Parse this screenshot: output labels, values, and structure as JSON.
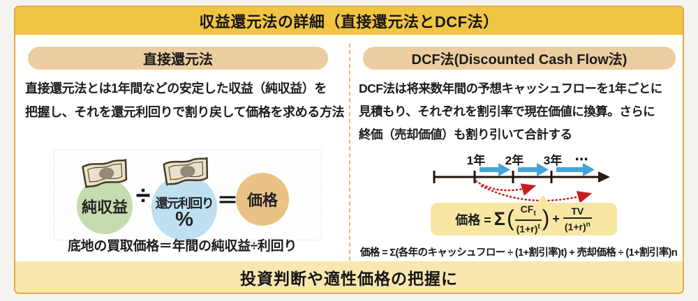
{
  "title": "収益還元法の詳細（直接還元法とDCF法）",
  "footer": "投資判断や適性価格の把握に",
  "colors": {
    "title_bar": "#f1c544",
    "footer_bar": "#f8e8af",
    "panel_border": "#dfae3e",
    "header_pill": "#eccda0",
    "divider": "#e6bb7e",
    "circle_green": "#c6dcae",
    "circle_blue": "#bee0f0",
    "circle_orange": "#ebc286",
    "arrow_blue": "#47a3da",
    "arrow_red": "#c3201f",
    "formula_box": "#f8e7a3"
  },
  "left": {
    "header": "直接還元法",
    "body_line1": "直接還元法とは1年間などの安定した収益（純収益）を",
    "body_line2": "把握し、それを還元利回りで割り戻して価格を求める方法",
    "diagram": {
      "net_income": "純収益",
      "divide_sign": "÷",
      "cap_rate": "還元利回り",
      "percent": "%",
      "equals_sign": "＝",
      "price": "価格"
    },
    "bottom_formula": "底地の買取価格＝年間の純収益÷利回り"
  },
  "right": {
    "header": "DCF法(Discounted Cash Flow法)",
    "body_line1": "DCF法は将来数年間の予想キャッシュフローを1年ごとに",
    "body_line2": "見積もり、それぞれを割引率で現在価値に換算。さらに",
    "body_line3": "終価（売却価値）も割り引いて合計する",
    "timeline": {
      "year1": "1年",
      "year2": "2年",
      "year3": "3年",
      "more": "⋯"
    },
    "formula_box": {
      "lhs": "価格 =",
      "sigma": "Σ",
      "open_paren": "(",
      "frac1_num": "CF",
      "frac1_num_sub": "t",
      "frac1_den": "(1+r)",
      "frac1_den_sup": "t",
      "close_paren": ")",
      "plus": "+",
      "frac2_num": "TV",
      "frac2_den": "(1+r)",
      "frac2_den_sup": "n"
    },
    "formula_text": "価格 = Σ(各年のキャッシュフロー ÷ (1+割引率)t) + 売却価格 ÷ (1+割引率)n"
  }
}
